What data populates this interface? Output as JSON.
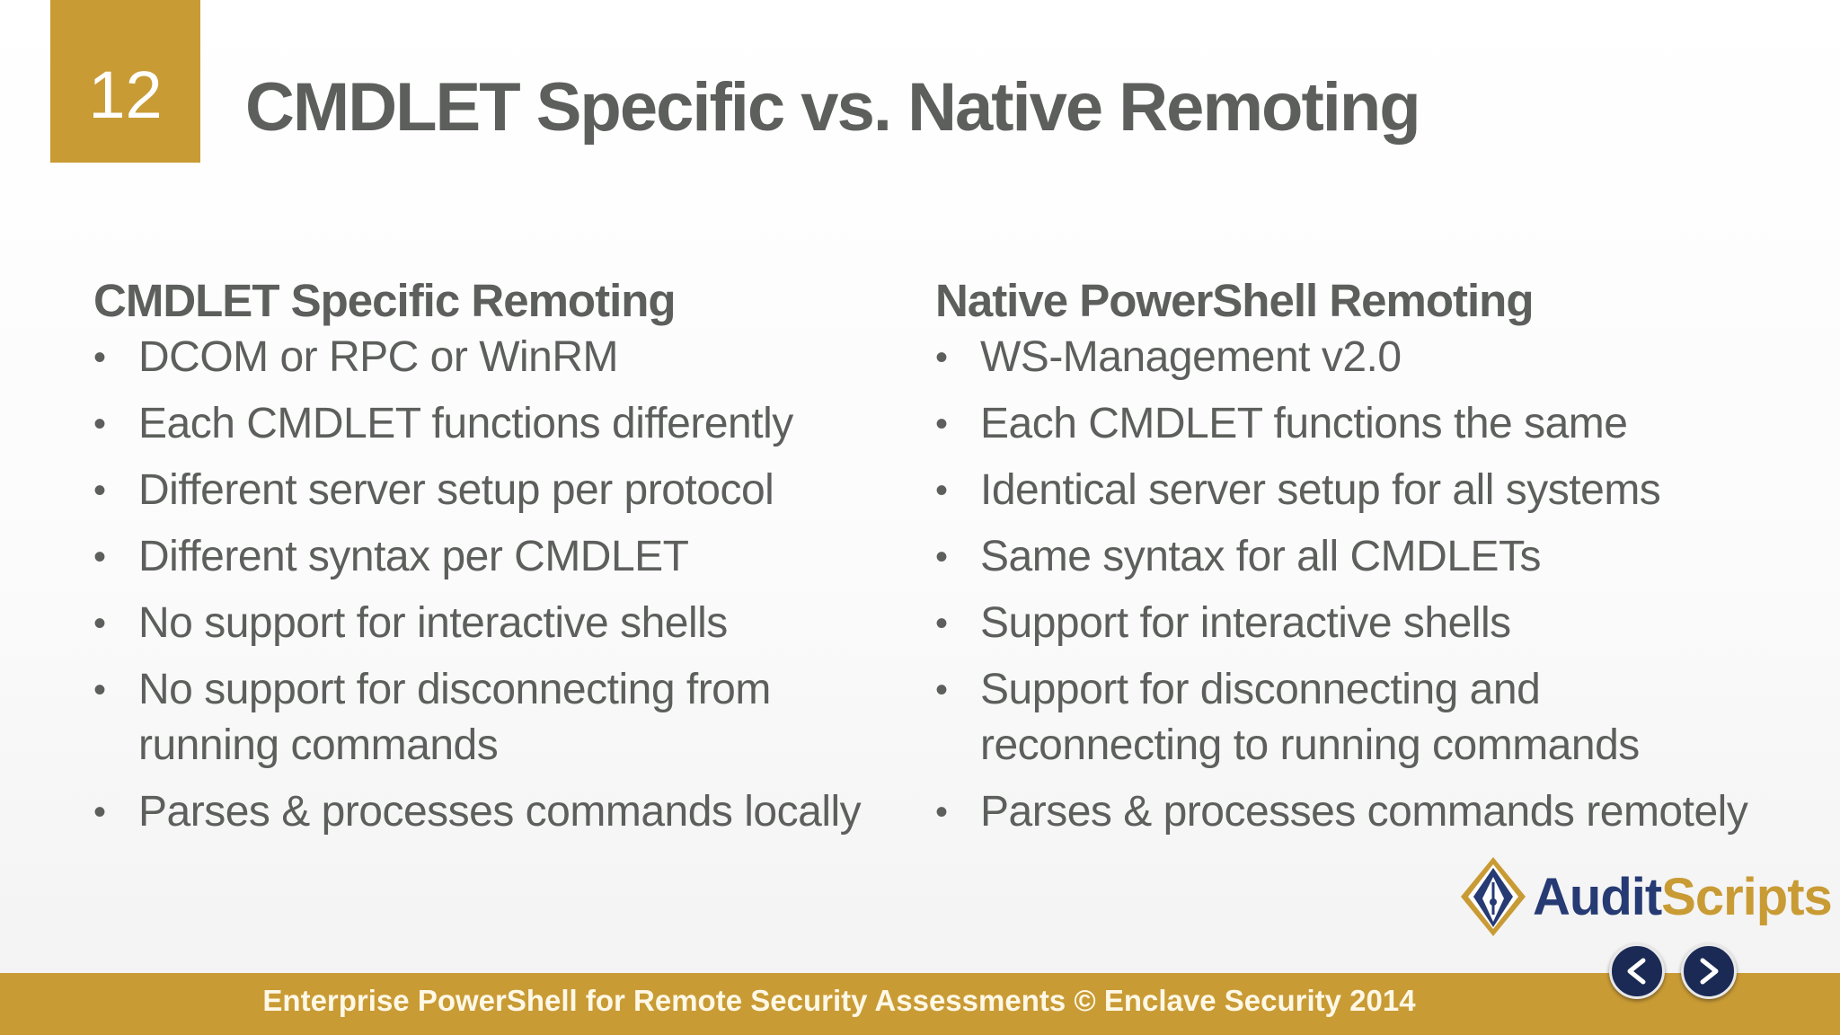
{
  "slide": {
    "number": "12",
    "title": "CMDLET Specific vs. Native Remoting"
  },
  "left_column": {
    "heading": "CMDLET Specific Remoting",
    "items": [
      "DCOM or RPC or WinRM",
      "Each CMDLET functions differently",
      "Different server setup per protocol",
      "Different syntax per CMDLET",
      "No support for interactive shells",
      "No support for disconnecting from running commands",
      "Parses & processes commands locally"
    ]
  },
  "right_column": {
    "heading": "Native PowerShell Remoting",
    "items": [
      "WS-Management v2.0",
      "Each CMDLET functions the same",
      "Identical server setup for all systems",
      "Same syntax for all CMDLETs",
      "Support for interactive shells",
      "Support for disconnecting and reconnecting to running commands",
      "Parses & processes commands remotely"
    ]
  },
  "logo": {
    "part1": "Audit",
    "part2": "Scripts"
  },
  "footer": {
    "text": "Enterprise PowerShell for Remote Security Assessments © Enclave Security 2014"
  },
  "navigation": {
    "prev_icon": "chevron-left-icon",
    "next_icon": "chevron-right-icon"
  },
  "colors": {
    "accent": "#c99b35",
    "text": "#5c5f5c",
    "logo_blue": "#263a73",
    "nav_button": "#1a2a55"
  }
}
